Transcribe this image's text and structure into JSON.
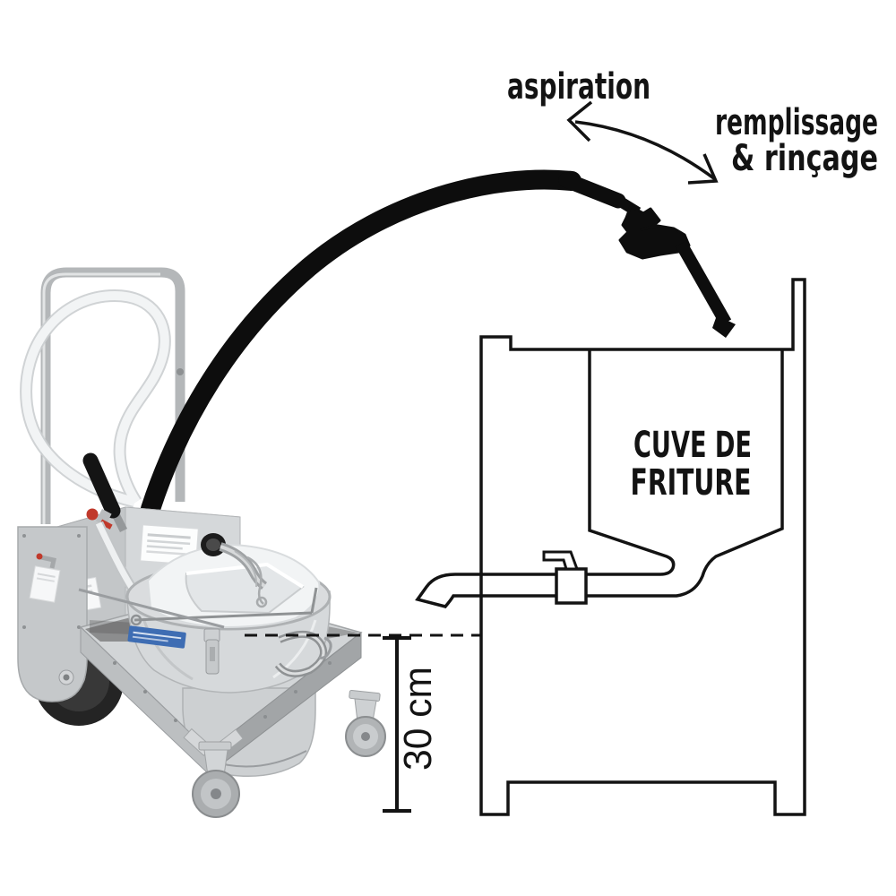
{
  "annotations": {
    "aspiration_label": "aspiration",
    "filling_label_line1": "remplissage",
    "filling_label_line2": "& rinçage",
    "vat_label_line1": "CUVE DE",
    "vat_label_line2": "FRITURE",
    "height_label": "30 cm"
  },
  "colors": {
    "ink": "#131313",
    "hose": "#0d0d0d",
    "label_blue": "#3e6db3",
    "accent_red": "#c0392b",
    "bag": "#f2f4f5",
    "background": "#ffffff"
  }
}
